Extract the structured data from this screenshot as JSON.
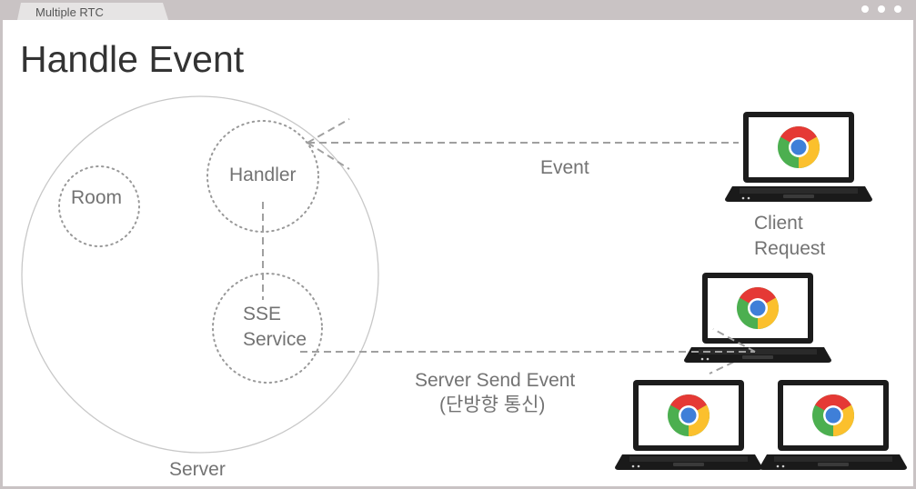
{
  "window": {
    "tab_title": "Multiple RTC"
  },
  "slide": {
    "title": "Handle Event"
  },
  "diagram": {
    "server_label": "Server",
    "room_label": "Room",
    "handler_label": "Handler",
    "sse_label_line1": "SSE",
    "sse_label_line2": "Service",
    "event_label": "Event",
    "client_label_line1": "Client",
    "client_label_line2": "Request",
    "sse_desc_line1": "Server Send Event",
    "sse_desc_line2": "(단방향 통신)",
    "client_icons": [
      "chrome-laptop",
      "chrome-laptop",
      "chrome-laptop",
      "chrome-laptop"
    ]
  },
  "colors": {
    "window_bar": "#c9c3c4",
    "tab": "#e6e4e4",
    "title_text": "#333333",
    "label_text": "#737373",
    "dashed_line": "#a0a0a0",
    "server_circle": "#c8c8c8"
  }
}
